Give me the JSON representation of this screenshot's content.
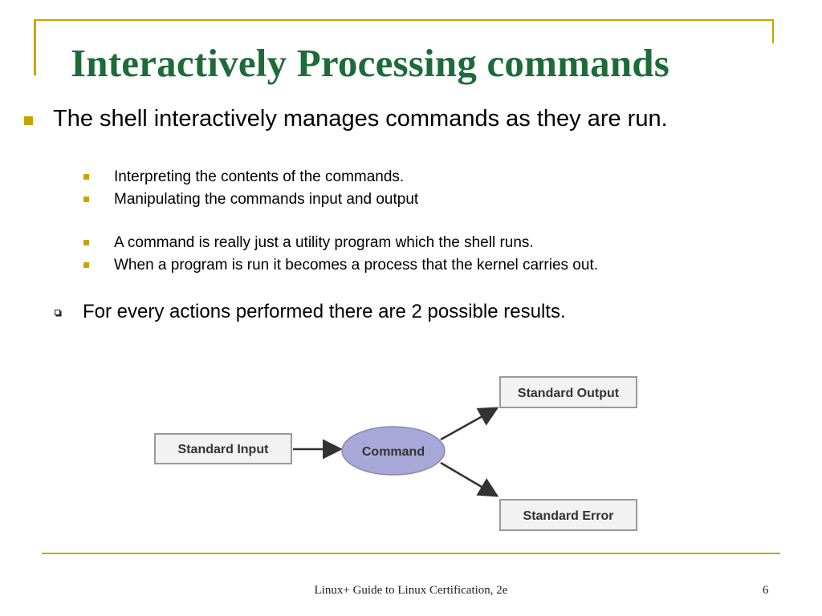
{
  "slide": {
    "title": "Interactively Processing commands",
    "main_bullet": "The shell interactively manages commands as they are run.",
    "sub_bullets_group1": [
      "Interpreting the contents of the commands.",
      "Manipulating the commands input and output"
    ],
    "sub_bullets_group2": [
      "A command is really just a utility program which the shell runs.",
      "When a program is run it becomes a process that the kernel carries out."
    ],
    "secondary_bullet": "For every actions performed there are 2 possible results."
  },
  "diagram": {
    "input_label": "Standard Input",
    "command_label": "Command",
    "output_label": "Standard Output",
    "error_label": "Standard Error",
    "colors": {
      "command_fill": "#a8a8d8",
      "box_fill": "#f2f2f2",
      "accent": "#c9a400",
      "title": "#1e6b3a"
    }
  },
  "footer": {
    "text": "Linux+ Guide to Linux Certification, 2e",
    "page_number": "6"
  }
}
